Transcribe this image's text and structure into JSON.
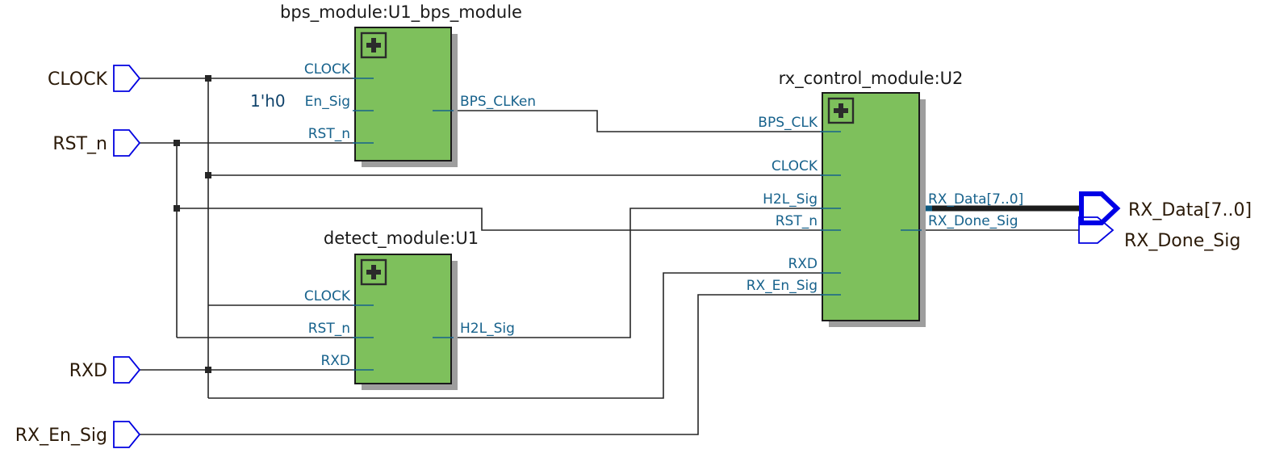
{
  "diagram": {
    "kind": "rtl-schematic",
    "colors": {
      "block_fill": "#7ec05c",
      "block_border": "#1a1a1a",
      "block_shadow": "#9e9e9e",
      "pin_label": "#17628c",
      "port_outline": "#0000e0",
      "wire": "#262626",
      "title": "#1a1a1a",
      "port_label": "#2b1a08"
    }
  },
  "blocks": [
    {
      "id": "bps",
      "title": "bps_module:U1_bps_module",
      "expand_icon": "plus-icon",
      "inputs": [
        {
          "name": "CLOCK"
        },
        {
          "name": "En_Sig",
          "constant": "1'h0"
        },
        {
          "name": "RST_n"
        }
      ],
      "outputs": [
        {
          "name": "BPS_CLKen"
        }
      ]
    },
    {
      "id": "detect",
      "title": "detect_module:U1",
      "expand_icon": "plus-icon",
      "inputs": [
        {
          "name": "CLOCK"
        },
        {
          "name": "RST_n"
        },
        {
          "name": "RXD"
        }
      ],
      "outputs": [
        {
          "name": "H2L_Sig"
        }
      ]
    },
    {
      "id": "rxctl",
      "title": "rx_control_module:U2",
      "expand_icon": "plus-icon",
      "inputs": [
        {
          "name": "BPS_CLK"
        },
        {
          "name": "CLOCK"
        },
        {
          "name": "H2L_Sig"
        },
        {
          "name": "RST_n"
        },
        {
          "name": "RXD"
        },
        {
          "name": "RX_En_Sig"
        }
      ],
      "outputs": [
        {
          "name": "RX_Data[7..0]",
          "bus": true
        },
        {
          "name": "RX_Done_Sig",
          "bus": false
        }
      ]
    }
  ],
  "input_ports": [
    {
      "label": "CLOCK"
    },
    {
      "label": "RST_n"
    },
    {
      "label": "RXD"
    },
    {
      "label": "RX_En_Sig"
    }
  ],
  "output_ports": [
    {
      "label": "RX_Data[7..0]",
      "bus": true
    },
    {
      "label": "RX_Done_Sig",
      "bus": false
    }
  ]
}
